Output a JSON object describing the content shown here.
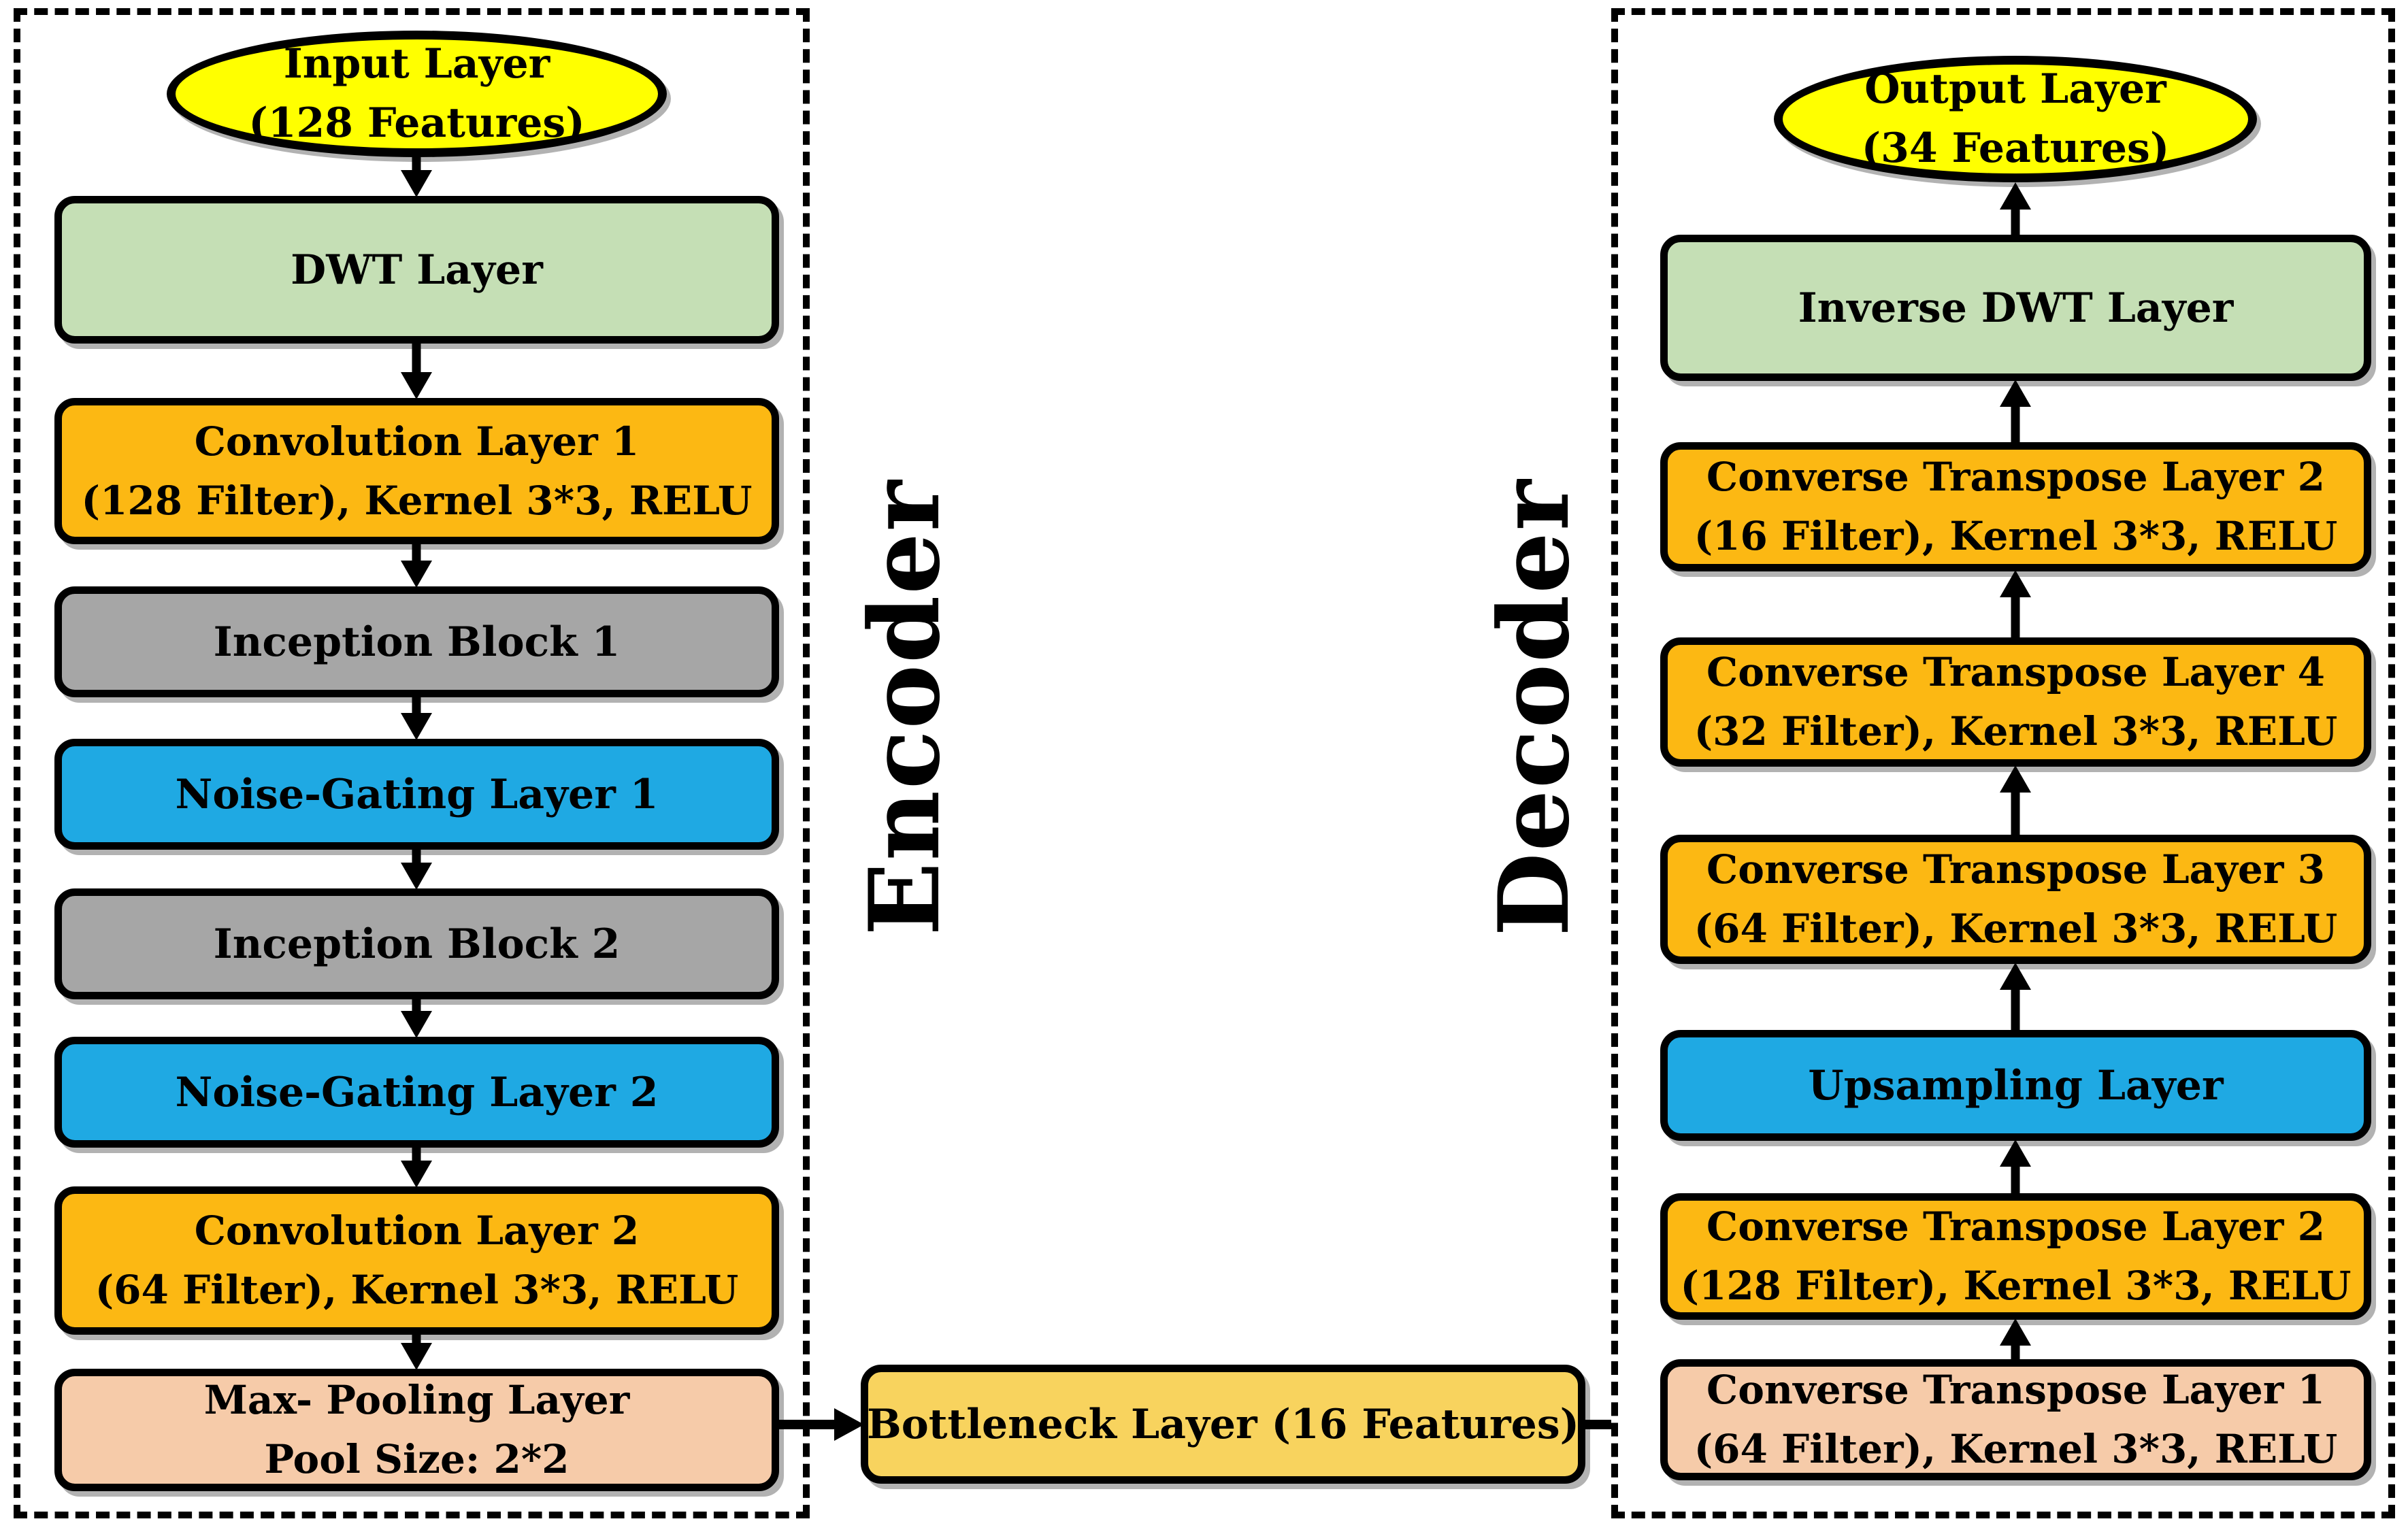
{
  "diagram_title": "DWT Inception Autoencoder Architecture",
  "palette": {
    "ellipse_yellow": "#FFFF00",
    "dwt_green": "#C5DFB5",
    "conv_orange": "#FCB813",
    "inception_gray": "#A6A6A6",
    "noise_blue": "#1FA9E3",
    "pool_salmon": "#F6CBA9",
    "bottleneck_yellow": "#F8D35E",
    "outline_black": "#000000"
  },
  "encoder": {
    "label": "Encoder",
    "input": {
      "line1": "Input Layer",
      "line2": "(128 Features)"
    },
    "nodes": [
      {
        "id": "dwt",
        "lines": [
          "DWT Layer"
        ]
      },
      {
        "id": "conv1",
        "lines": [
          "Convolution Layer 1",
          "(128 Filter), Kernel 3*3, RELU"
        ]
      },
      {
        "id": "inception1",
        "lines": [
          "Inception Block 1"
        ]
      },
      {
        "id": "noise1",
        "lines": [
          "Noise-Gating  Layer 1"
        ]
      },
      {
        "id": "inception2",
        "lines": [
          "Inception Block 2"
        ]
      },
      {
        "id": "noise2",
        "lines": [
          "Noise-Gating  Layer 2"
        ]
      },
      {
        "id": "conv2",
        "lines": [
          "Convolution Layer 2",
          "(64 Filter), Kernel 3*3, RELU"
        ]
      },
      {
        "id": "maxpool",
        "lines": [
          "Max- Pooling Layer",
          "Pool Size: 2*2"
        ]
      }
    ]
  },
  "bottleneck": {
    "label": "Bottleneck Layer (16 Features)"
  },
  "decoder": {
    "label": "Decoder",
    "output": {
      "line1": "Output Layer",
      "line2": "(34 Features)"
    },
    "nodes": [
      {
        "id": "inverse_dwt",
        "lines": [
          "Inverse DWT Layer"
        ]
      },
      {
        "id": "ct2_16",
        "lines": [
          "Converse Transpose Layer 2",
          "(16 Filter), Kernel 3*3, RELU"
        ]
      },
      {
        "id": "ct4_32",
        "lines": [
          "Converse Transpose Layer 4",
          "(32 Filter), Kernel 3*3, RELU"
        ]
      },
      {
        "id": "ct3_64",
        "lines": [
          "Converse Transpose Layer 3",
          "(64 Filter), Kernel 3*3, RELU"
        ]
      },
      {
        "id": "upsampling",
        "lines": [
          "Upsampling Layer"
        ]
      },
      {
        "id": "ct2_128",
        "lines": [
          "Converse Transpose Layer 2",
          "(128 Filter), Kernel 3*3, RELU"
        ]
      },
      {
        "id": "ct1_64",
        "lines": [
          "Converse Transpose Layer 1",
          "(64 Filter), Kernel 3*3, RELU"
        ]
      }
    ]
  }
}
